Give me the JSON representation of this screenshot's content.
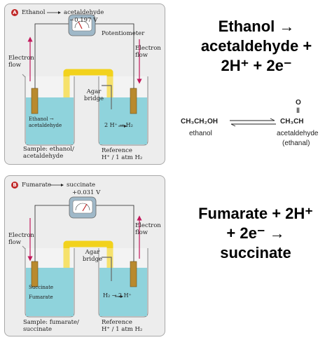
{
  "panel_a": {
    "badge": "A",
    "title_left": "Ethanol",
    "title_right": "acetaldehyde",
    "voltage": "−0.197 V",
    "potentiometer": "Potentiometer",
    "electron_flow": "Electron flow",
    "agar_bridge": "Agar bridge",
    "left_solution": "Ethanol → acetaldehyde",
    "right_solution": "2 H⁺ → H₂",
    "sample": "Sample: ethanol/ acetaldehyde",
    "reference": "Reference",
    "reference_line2": "H⁺ / 1 atm H₂"
  },
  "panel_b": {
    "badge": "B",
    "title_left": "Fumarate",
    "title_right": "succinate",
    "voltage": "+0.031 V",
    "electron_flow": "Electron flow",
    "agar_bridge": "Agar bridge",
    "left_solution": "Succinate Fumarate",
    "right_solution": "H₂ → 2 H⁺",
    "sample": "Sample: fumarate/ succinate",
    "reference": "Reference",
    "reference_line2": "H⁺ / 1 atm H₂"
  },
  "right_top": {
    "line1": "Ethanol →",
    "line2": "acetaldehyde +",
    "line3": "2H⁺ + 2e⁻"
  },
  "equation": {
    "left_formula": "CH₃CH₂OH",
    "left_name": "ethanol",
    "right_o": "O",
    "right_bond": "‖",
    "right_formula": "CH₃CH",
    "right_name": "acetaldehyde",
    "right_name2": "(ethanal)"
  },
  "right_bottom": {
    "line1": "Fumarate + 2H⁺",
    "line2": "+ 2e⁻ →",
    "line3": "succinate"
  },
  "colors": {
    "solution": "#8fd3dc",
    "bridge": "#f2d21c",
    "arrow": "#c2185b",
    "electrode": "#b98a2e",
    "badge": "#c02828"
  }
}
